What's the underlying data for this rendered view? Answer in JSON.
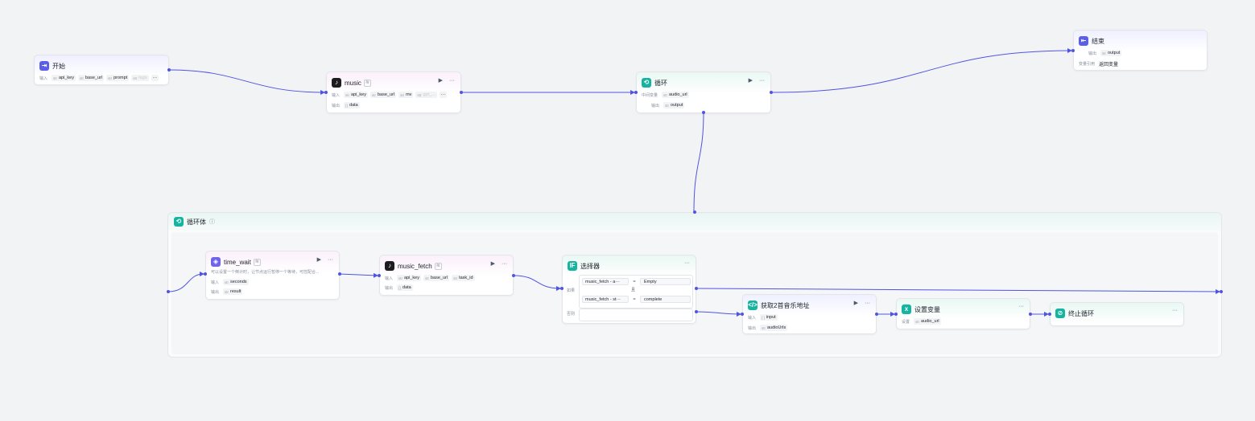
{
  "labels": {
    "input": "输入",
    "output": "输出",
    "var_ref": "变量引用",
    "loop_vars": "中间变量",
    "if": "如果",
    "else": "否则",
    "set": "设置"
  },
  "icons": {
    "start": "enter-icon",
    "music": "music-note-icon",
    "loop": "loop-icon",
    "end": "exit-icon",
    "plugin": "plugin-icon",
    "code": "code-icon",
    "variable": "variable-icon",
    "stop": "stop-loop-icon"
  },
  "colors": {
    "edge": "#4f55e0",
    "indigo": "#5b5fe6",
    "teal": "#16b3a0"
  },
  "start": {
    "title": "开始",
    "inputs": [
      {
        "type": "str",
        "name": "api_key"
      },
      {
        "type": "str",
        "name": "base_url"
      },
      {
        "type": "str",
        "name": "prompt"
      },
      {
        "type": "str",
        "name": "tags"
      }
    ],
    "more": "⋯"
  },
  "music": {
    "title": "music",
    "inputs": [
      {
        "type": "str",
        "name": "api_key"
      },
      {
        "type": "str",
        "name": "base_url"
      },
      {
        "type": "str",
        "name": "mv"
      },
      {
        "type": "str",
        "name": "gpt_..."
      }
    ],
    "more": "⋯",
    "outputs": [
      {
        "type": "{}",
        "name": "data"
      }
    ]
  },
  "loop": {
    "title": "循环",
    "loop_vars": [
      {
        "type": "str",
        "name": "audio_url"
      }
    ],
    "outputs": [
      {
        "type": "str",
        "name": "output"
      }
    ]
  },
  "end": {
    "title": "结束",
    "outputs": [
      {
        "type": "str",
        "name": "output"
      }
    ],
    "var_ref_value": "返回变量"
  },
  "loop_body": {
    "title": "循环体"
  },
  "time_wait": {
    "title": "time_wait",
    "desc": "可以设置一个倒计时，让节点运行暂停一个等待，可控配合...",
    "inputs": [
      {
        "type": "str",
        "name": "seconds"
      }
    ],
    "outputs": [
      {
        "type": "str",
        "name": "result"
      }
    ]
  },
  "music_fetch": {
    "title": "music_fetch",
    "inputs": [
      {
        "type": "str",
        "name": "api_key"
      },
      {
        "type": "str",
        "name": "base_url"
      },
      {
        "type": "str",
        "name": "task_id"
      }
    ],
    "outputs": [
      {
        "type": "{}",
        "name": "data"
      }
    ]
  },
  "selector": {
    "title": "选择器",
    "conditions": [
      {
        "left": "music_fetch - a···",
        "op": "=",
        "right": "Empty"
      },
      {
        "left": "music_fetch - st···",
        "op": "=",
        "right": "complete"
      }
    ],
    "and": "且"
  },
  "get_url": {
    "title": "获取2首音乐地址",
    "inputs": [
      {
        "type": "[ ]",
        "name": "input"
      }
    ],
    "outputs": [
      {
        "type": "str",
        "name": "audioUrls"
      }
    ]
  },
  "set_var": {
    "title": "设置变量",
    "set": [
      {
        "type": "str",
        "name": "audio_url"
      }
    ]
  },
  "stop_loop": {
    "title": "终止循环"
  },
  "actions": {
    "run": "▶",
    "more": "···",
    "badge": "≋",
    "info": "ⓘ"
  }
}
